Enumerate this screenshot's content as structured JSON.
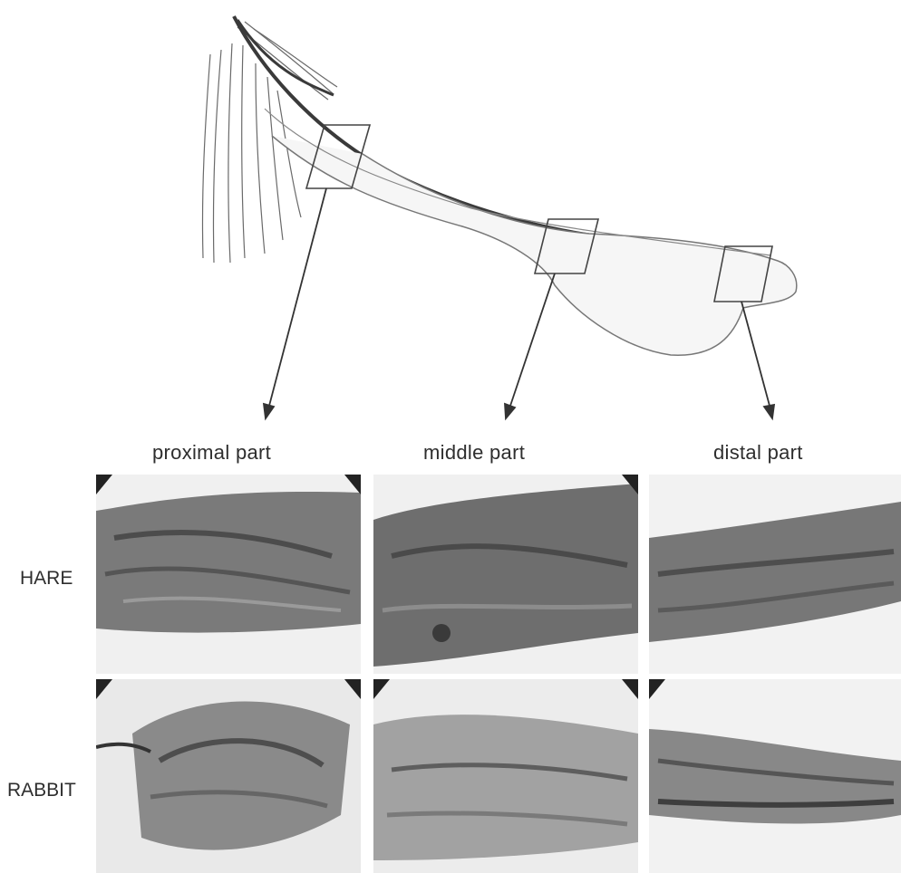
{
  "figure": {
    "columns": [
      "proximal part",
      "middle part",
      "distal part"
    ],
    "rows": [
      "HARE",
      "RABBIT"
    ],
    "panels": [
      {
        "id": "hare-proximal",
        "row": "HARE",
        "column": "proximal part"
      },
      {
        "id": "hare-middle",
        "row": "HARE",
        "column": "middle part"
      },
      {
        "id": "hare-distal",
        "row": "HARE",
        "column": "distal part"
      },
      {
        "id": "rabbit-proximal",
        "row": "RABBIT",
        "column": "proximal part"
      },
      {
        "id": "rabbit-middle",
        "row": "RABBIT",
        "column": "middle part"
      },
      {
        "id": "rabbit-distal",
        "row": "RABBIT",
        "column": "distal part"
      }
    ]
  },
  "colors": {
    "line": "#4a4a4a",
    "tissue_dark": "#5c5c5c",
    "tissue_light": "#bdbdbd",
    "background": "#ffffff"
  }
}
